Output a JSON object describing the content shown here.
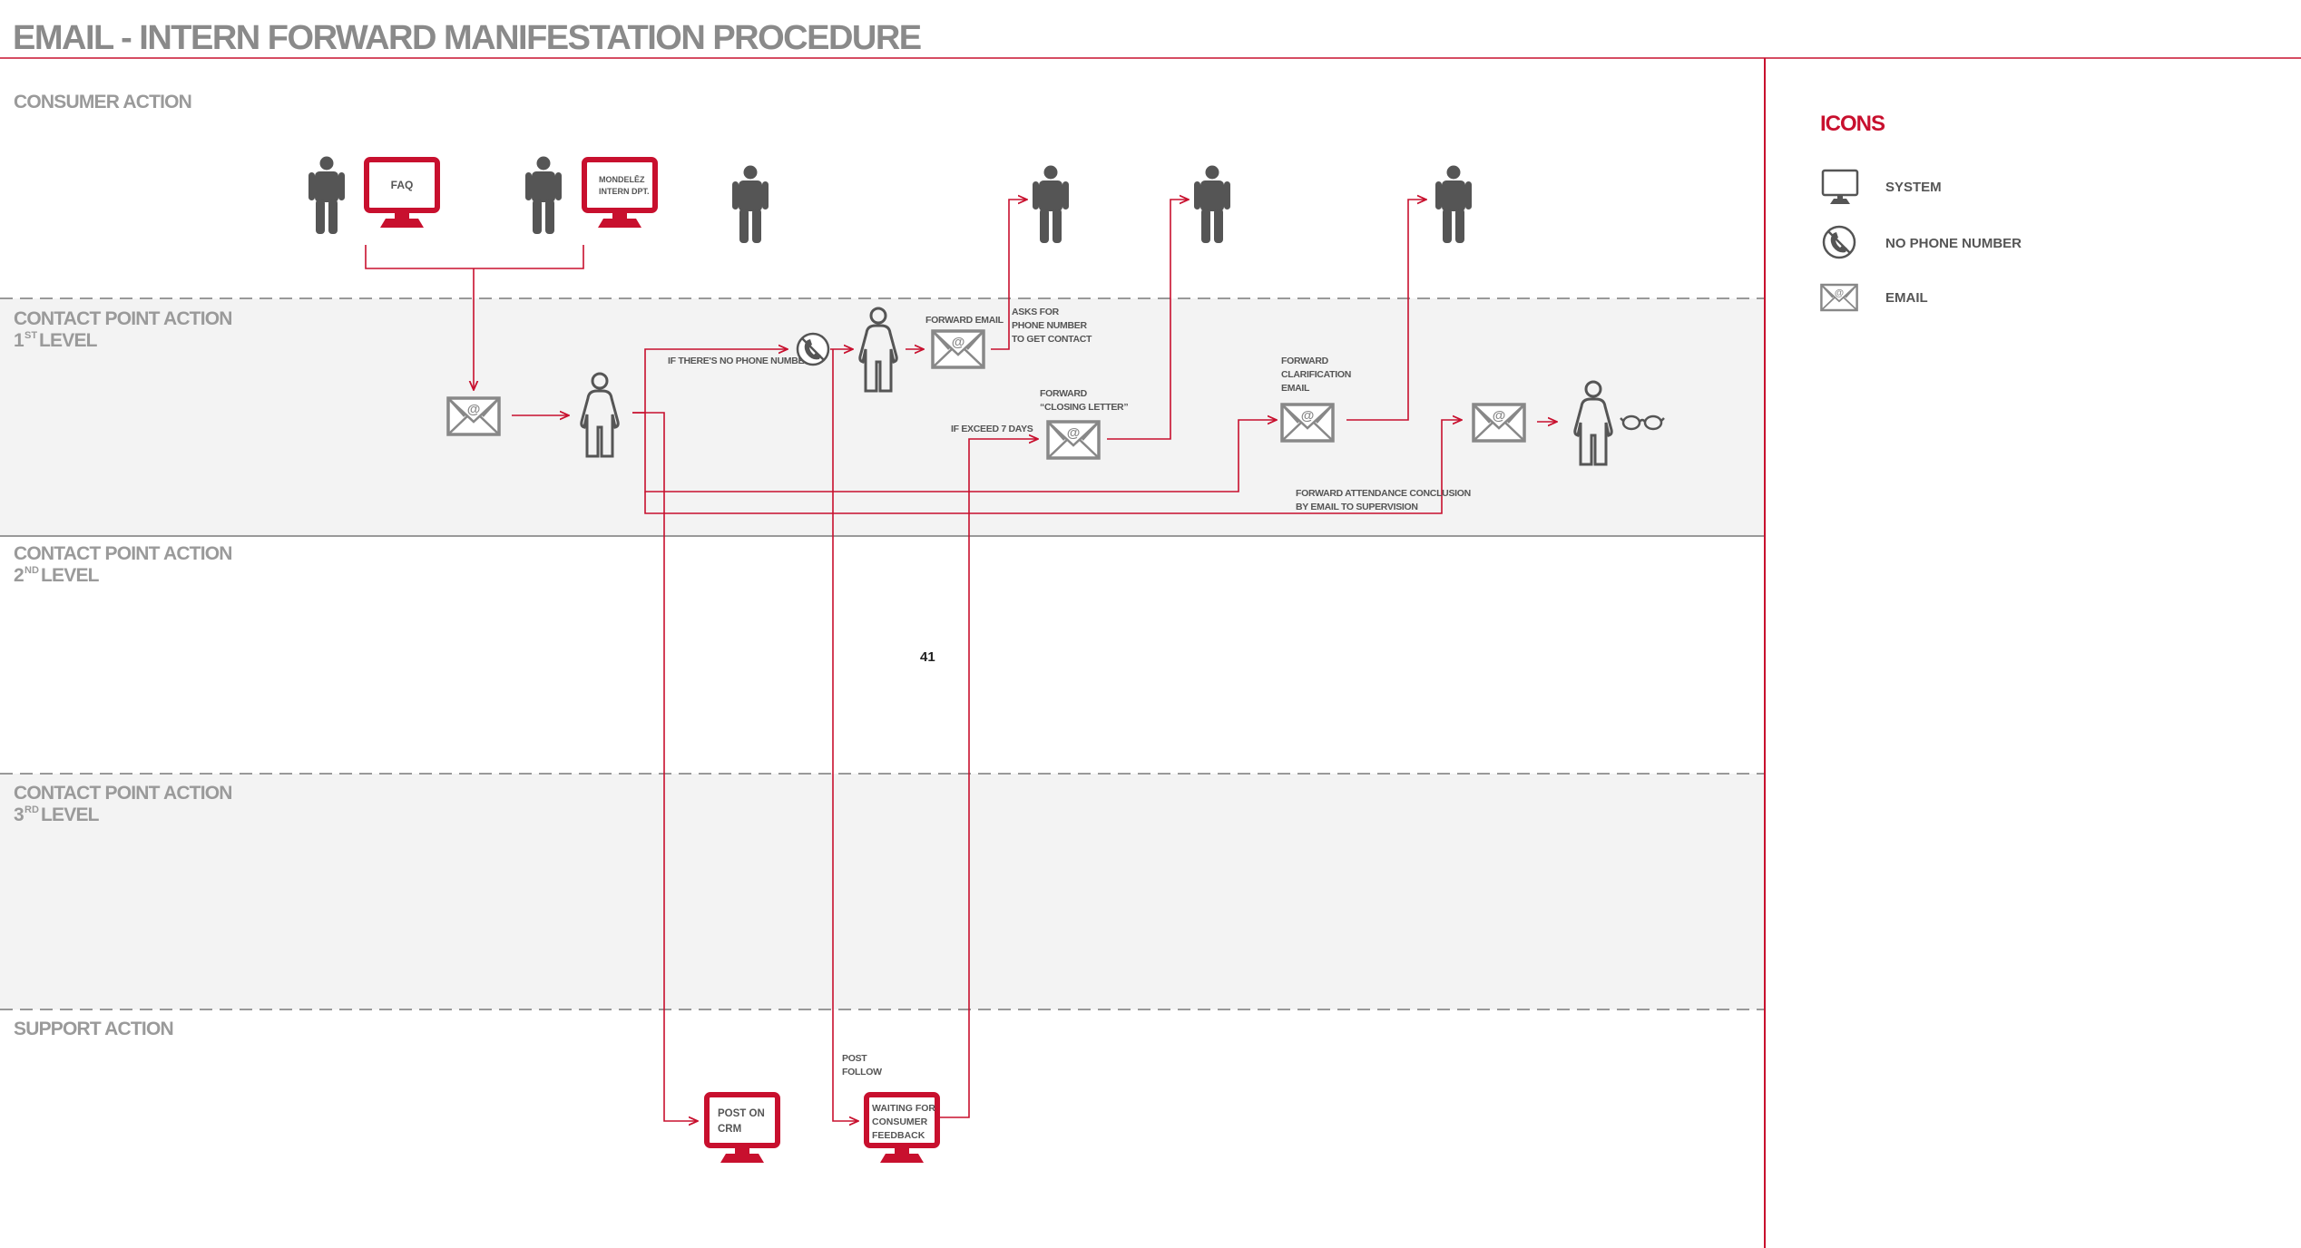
{
  "title": "EMAIL - INTERN FORWARD MANIFESTATION PROCEDURE",
  "lanes": {
    "consumer": "CONSUMER ACTION",
    "cp1": {
      "line1": "CONTACT POINT ACTION",
      "num": "1",
      "sup": "ST",
      "rest": "LEVEL"
    },
    "cp2": {
      "line1": "CONTACT POINT ACTION",
      "num": "2",
      "sup": "ND",
      "rest": "LEVEL"
    },
    "cp3": {
      "line1": "CONTACT POINT ACTION",
      "num": "3",
      "sup": "RD",
      "rest": "LEVEL"
    },
    "support": "SUPPORT ACTION"
  },
  "monitors": {
    "faq": "FAQ",
    "mondelez": [
      "MONDELĒZ",
      "INTERN DPT."
    ],
    "crm": [
      "POST ON",
      "CRM"
    ],
    "waiting": [
      "WAITING FOR",
      "CONSUMER",
      "FEEDBACK"
    ]
  },
  "labels": {
    "no_phone": "IF THERE'S NO PHONE NUMBER",
    "forward_email": "FORWARD EMAIL",
    "asks_for": [
      "ASKS FOR",
      "PHONE NUMBER",
      "TO GET CONTACT"
    ],
    "forward_closing": [
      "FORWARD",
      "“CLOSING LETTER”"
    ],
    "exceed": "IF EXCEED 7 DAYS",
    "forward_clarification": [
      "FORWARD",
      "CLARIFICATION",
      "EMAIL"
    ],
    "forward_attendance": [
      "FORWARD ATTENDANCE CONCLUSION",
      "BY EMAIL TO SUPERVISION"
    ],
    "post_follow": [
      "POST",
      "FOLLOW"
    ]
  },
  "page_number": "41",
  "legend": {
    "title": "ICONS",
    "items": [
      {
        "icon": "system-icon",
        "label": "SYSTEM"
      },
      {
        "icon": "no-phone-icon",
        "label": "NO PHONE NUMBER"
      },
      {
        "icon": "email-icon",
        "label": "EMAIL"
      }
    ]
  },
  "colors": {
    "accent": "#c8102e",
    "icon_gray": "#555555",
    "envelope_gray": "#888888",
    "lane_fill": "#f3f3f3",
    "text_gray": "#9a9a9a"
  }
}
